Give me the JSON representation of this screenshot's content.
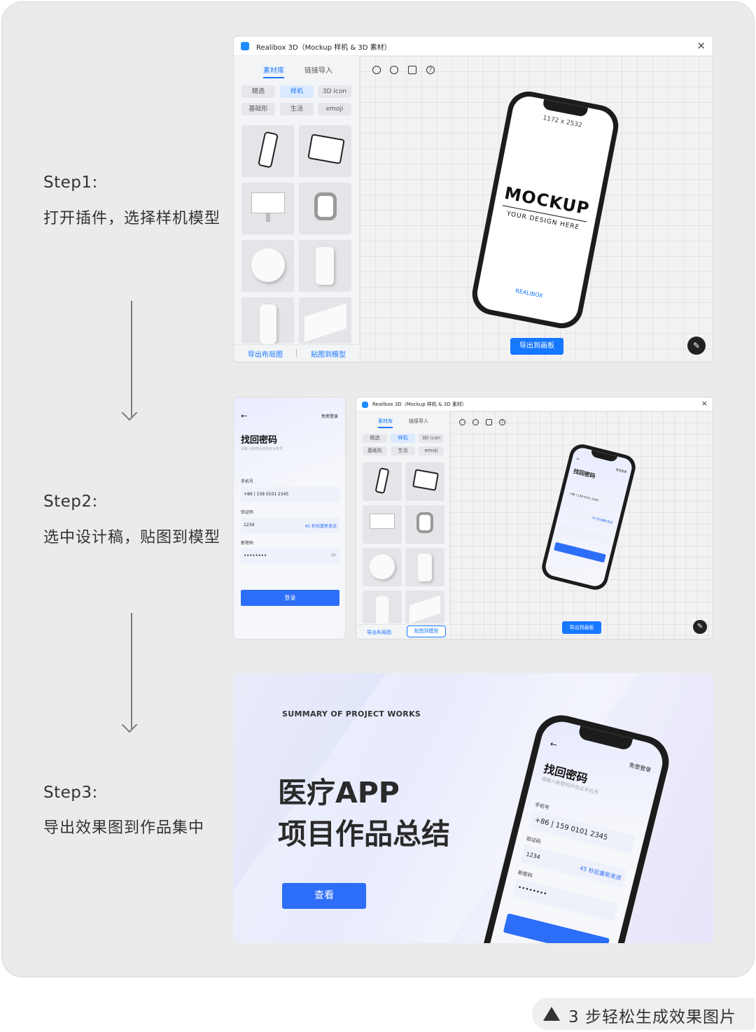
{
  "steps": [
    {
      "title": "Step1:",
      "desc": "打开插件，选择样机模型"
    },
    {
      "title": "Step2:",
      "desc": "选中设计稿，贴图到模型"
    },
    {
      "title": "Step3:",
      "desc": "导出效果图到作品集中"
    }
  ],
  "plugin": {
    "title": "Realibox 3D（Mockup 样机 & 3D 素材）",
    "close": "×",
    "tabs": [
      "素材库",
      "链接导入"
    ],
    "chips": [
      "精选",
      "样机",
      "3D icon",
      "基础形",
      "生活",
      "emoji"
    ],
    "export_layout": "导出布局图",
    "apply_to_model": "贴图到模型",
    "export_to_board": "导出到画板",
    "tools": [
      "bulb-icon",
      "palette-icon",
      "crop-icon",
      "help-icon"
    ],
    "mockup": {
      "size": "1172 x 2532",
      "headline": "MOCKUP",
      "sub": "YOUR DESIGN HERE",
      "brand": "REALIBOX"
    }
  },
  "login": {
    "back": "←",
    "skip": "免密登录",
    "title": "找回密码",
    "subtitle": "请输入新密码并验证手机号",
    "phone_label": "手机号",
    "phone_value": "+86  |  159 0101 2345",
    "code_label": "验证码",
    "code_value": "1234",
    "resend": "45 秒后重新发送",
    "pwd_label": "新密码",
    "pwd_value": "••••••••",
    "submit": "登录"
  },
  "result": {
    "kicker": "SUMMARY OF PROJECT WORKS",
    "title_line1": "医疗APP",
    "title_line2": "项目作品总结",
    "view_button": "查看"
  },
  "caption": "3 步轻松生成效果图片"
}
